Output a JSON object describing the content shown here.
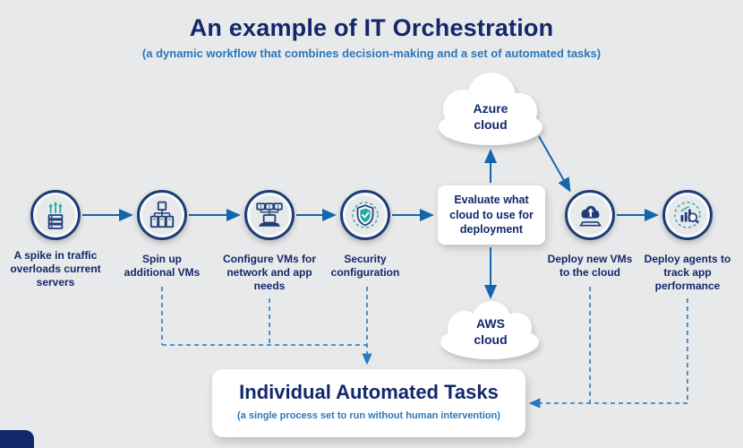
{
  "header": {
    "title": "An example of IT Orchestration",
    "subtitle": "(a dynamic workflow that combines decision-making and a set of automated tasks)"
  },
  "steps": [
    {
      "label": "A spike in traffic overloads current servers",
      "icon": "traffic-spike-icon"
    },
    {
      "label": "Spin up additional VMs",
      "icon": "vm-tree-icon"
    },
    {
      "label": "Configure VMs for network and app needs",
      "icon": "network-config-icon"
    },
    {
      "label": "Security configuration",
      "icon": "shield-check-icon"
    },
    {
      "label": "Deploy new VMs to the cloud",
      "icon": "cloud-upload-icon"
    },
    {
      "label": "Deploy agents to track app performance",
      "icon": "agent-tracking-icon"
    }
  ],
  "decision_box": {
    "label": "Evaluate what cloud to use for deployment"
  },
  "clouds": {
    "top": {
      "label": "Azure cloud"
    },
    "bottom": {
      "label": "AWS cloud"
    }
  },
  "bottom_box": {
    "title": "Individual Automated Tasks",
    "subtitle": "(a single process set to run without human intervention)"
  },
  "colors": {
    "navy": "#13286b",
    "blue": "#2878bd",
    "arrow": "#1565ad",
    "teal": "#2aa7a0",
    "background": "#e8e9ea"
  }
}
